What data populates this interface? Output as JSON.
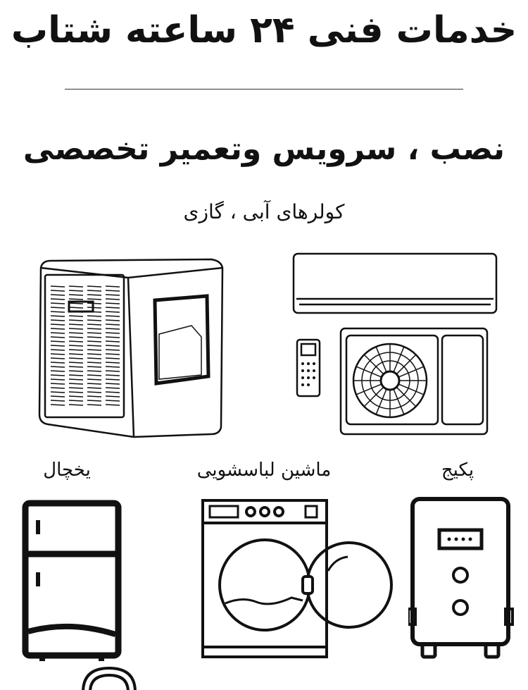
{
  "poster": {
    "title": "خدمات فنی ۲۴ ساعته شتاب",
    "subtitle": "نصب ، سرویس وتعمیر تخصصی",
    "coolers_label": "کولرهای آبی ، گازی",
    "items": [
      {
        "label": "یخچال"
      },
      {
        "label": "ماشین لباسشویی"
      },
      {
        "label": "پکیج"
      }
    ]
  }
}
